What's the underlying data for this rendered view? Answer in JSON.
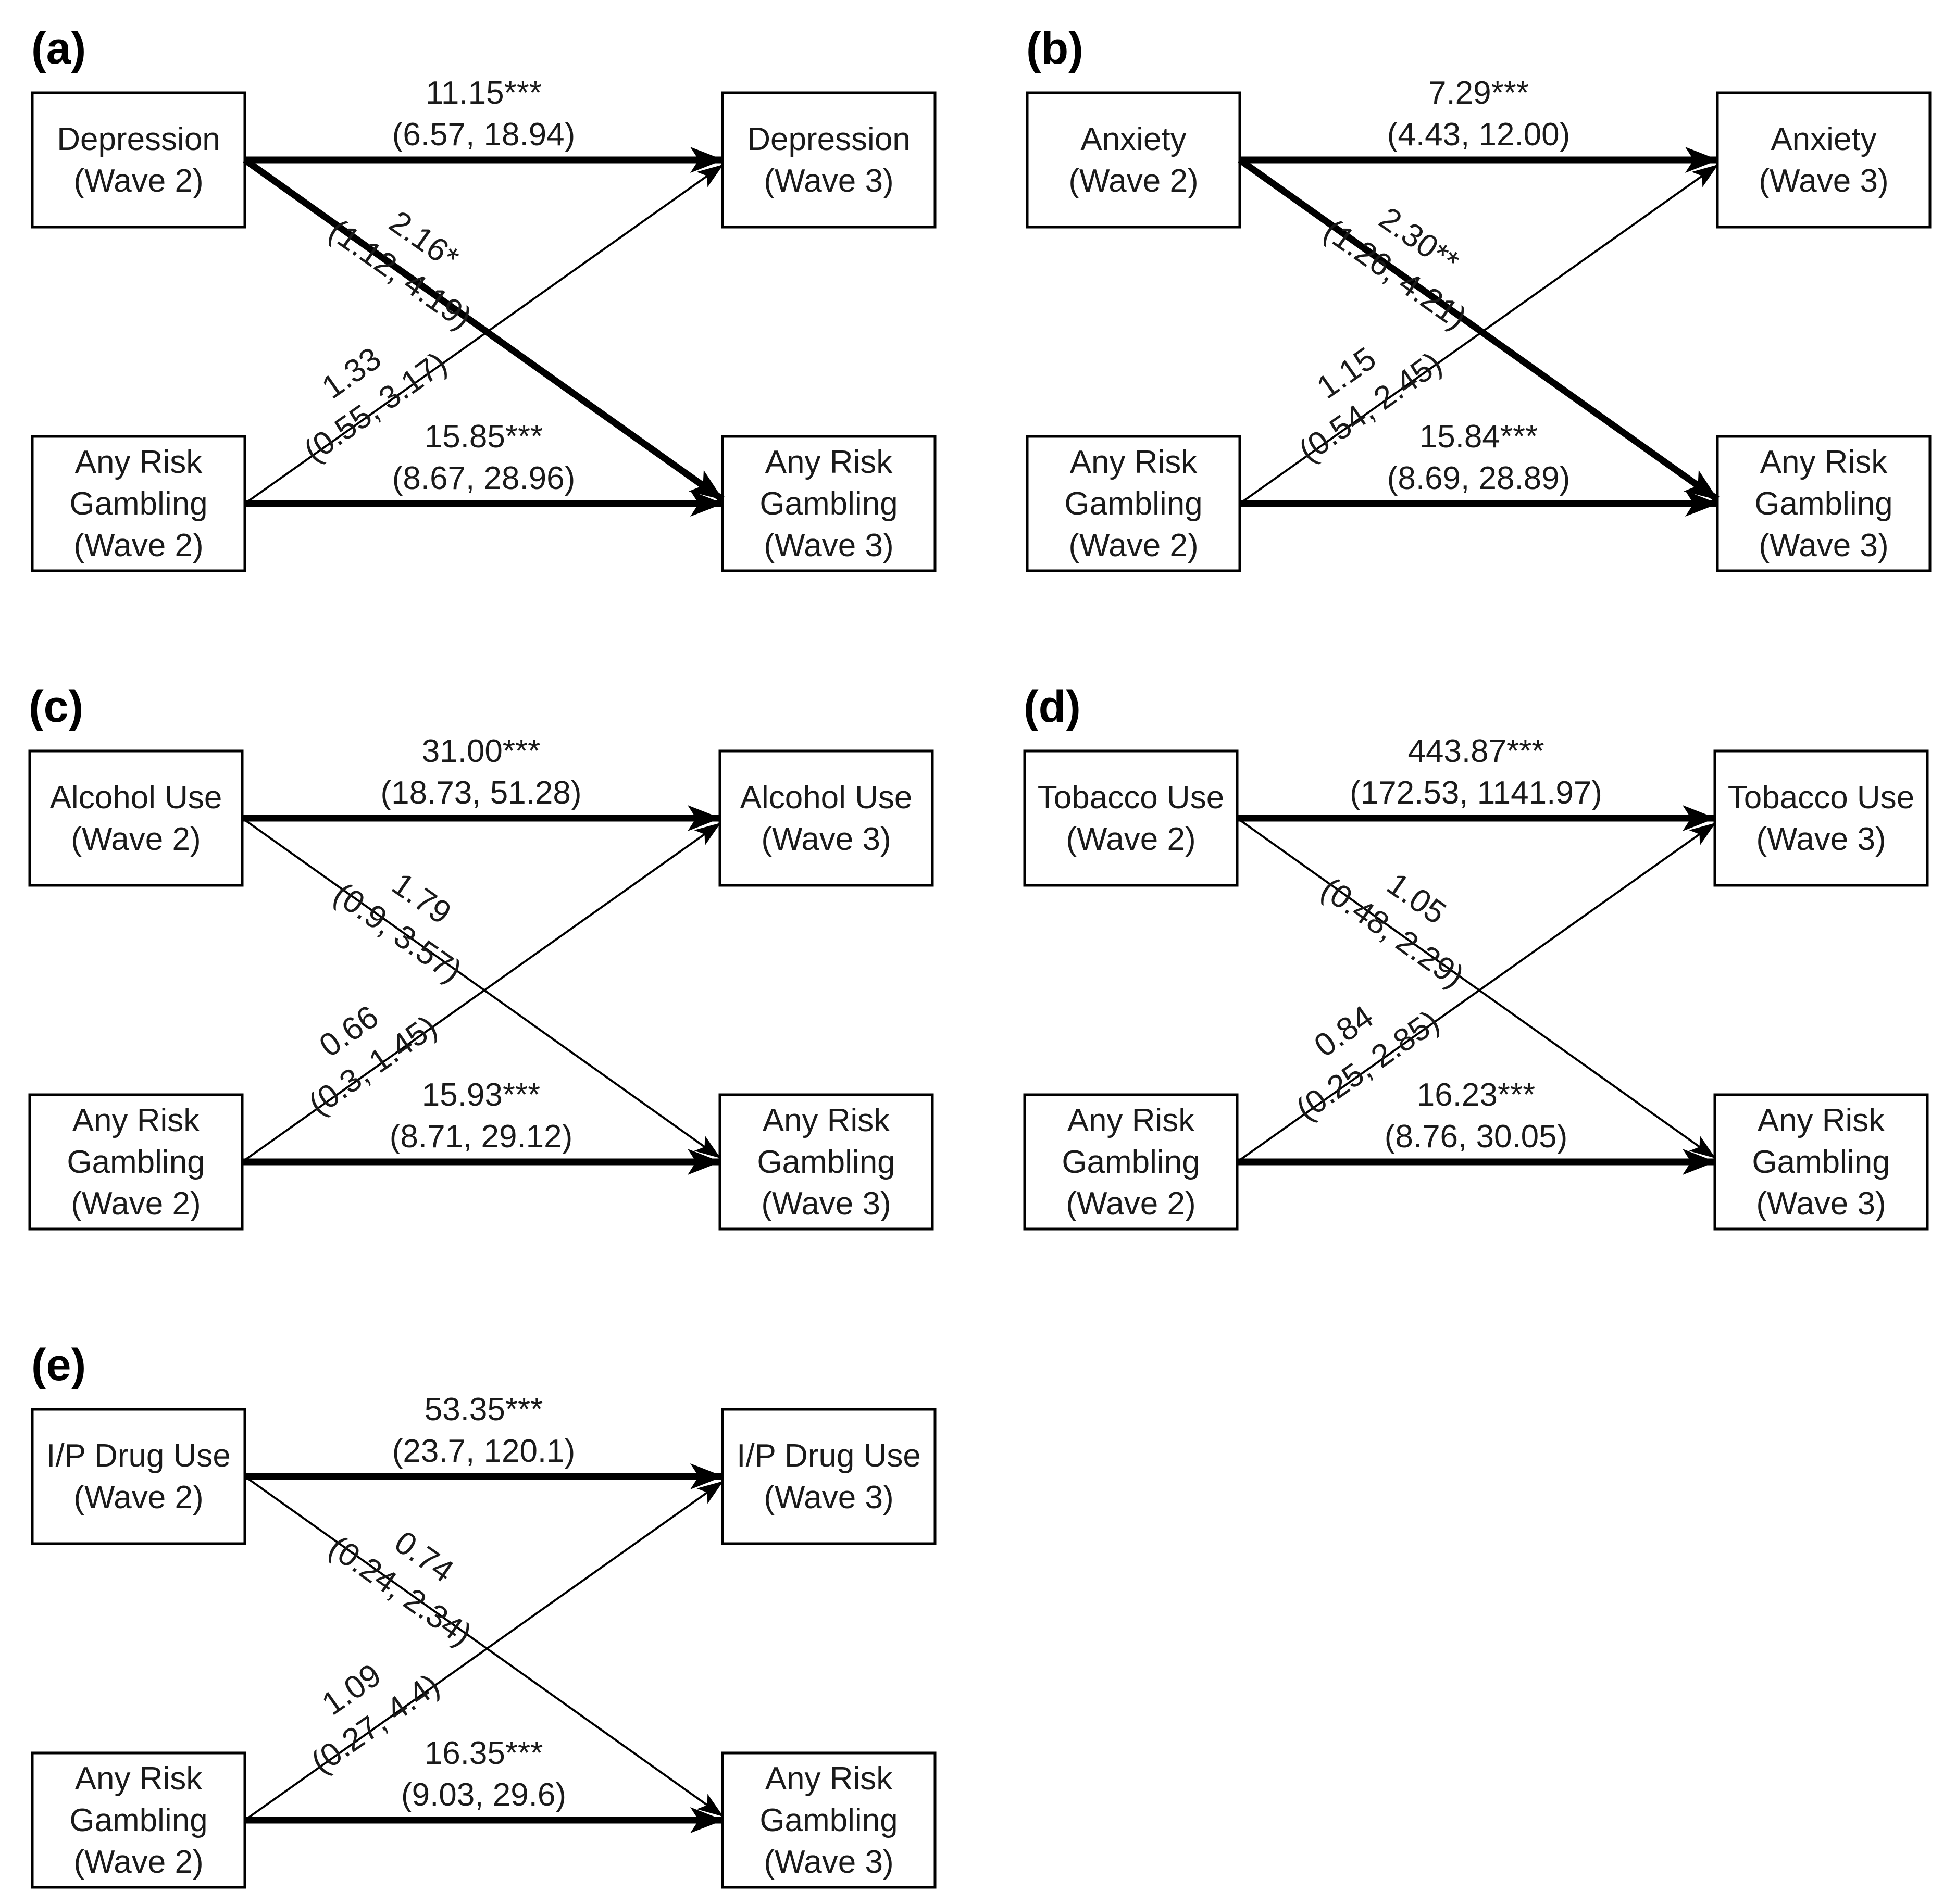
{
  "panels": [
    {
      "letter": "(a)",
      "exposure_w2": [
        "Depression",
        "(Wave 2)"
      ],
      "exposure_w3": [
        "Depression",
        "(Wave 3)"
      ],
      "gambling_w2": [
        "Any Risk",
        "Gambling",
        "(Wave 2)"
      ],
      "gambling_w3": [
        "Any Risk",
        "Gambling",
        "(Wave 3)"
      ],
      "paths": {
        "exposure_stability": {
          "estimate": "11.15***",
          "ci": "(6.57, 18.94)",
          "significant": true
        },
        "exposure_to_gambling": {
          "estimate": "2.16*",
          "ci": "(1.12, 4.19)",
          "significant": true
        },
        "gambling_to_exposure": {
          "estimate": "1.33",
          "ci": "(0.55, 3.17)",
          "significant": false
        },
        "gambling_stability": {
          "estimate": "15.85***",
          "ci": "(8.67, 28.96)",
          "significant": true
        }
      }
    },
    {
      "letter": "(b)",
      "exposure_w2": [
        "Anxiety",
        "(Wave 2)"
      ],
      "exposure_w3": [
        "Anxiety",
        "(Wave 3)"
      ],
      "gambling_w2": [
        "Any Risk",
        "Gambling",
        "(Wave 2)"
      ],
      "gambling_w3": [
        "Any Risk",
        "Gambling",
        "(Wave 3)"
      ],
      "paths": {
        "exposure_stability": {
          "estimate": "7.29***",
          "ci": "(4.43, 12.00)",
          "significant": true
        },
        "exposure_to_gambling": {
          "estimate": "2.30**",
          "ci": "(1.26, 4.21)",
          "significant": true
        },
        "gambling_to_exposure": {
          "estimate": "1.15",
          "ci": "(0.54, 2.45)",
          "significant": false
        },
        "gambling_stability": {
          "estimate": "15.84***",
          "ci": "(8.69, 28.89)",
          "significant": true
        }
      }
    },
    {
      "letter": "(c)",
      "exposure_w2": [
        "Alcohol Use",
        "(Wave 2)"
      ],
      "exposure_w3": [
        "Alcohol Use",
        "(Wave 3)"
      ],
      "gambling_w2": [
        "Any Risk",
        "Gambling",
        "(Wave 2)"
      ],
      "gambling_w3": [
        "Any Risk",
        "Gambling",
        "(Wave 3)"
      ],
      "paths": {
        "exposure_stability": {
          "estimate": "31.00***",
          "ci": "(18.73, 51.28)",
          "significant": true
        },
        "exposure_to_gambling": {
          "estimate": "1.79",
          "ci": "(0.9, 3.57)",
          "significant": false
        },
        "gambling_to_exposure": {
          "estimate": "0.66",
          "ci": "(0.3, 1.45)",
          "significant": false
        },
        "gambling_stability": {
          "estimate": "15.93***",
          "ci": "(8.71, 29.12)",
          "significant": true
        }
      }
    },
    {
      "letter": "(d)",
      "exposure_w2": [
        "Tobacco Use",
        "(Wave 2)"
      ],
      "exposure_w3": [
        "Tobacco Use",
        "(Wave 3)"
      ],
      "gambling_w2": [
        "Any Risk",
        "Gambling",
        "(Wave 2)"
      ],
      "gambling_w3": [
        "Any Risk",
        "Gambling",
        "(Wave 3)"
      ],
      "paths": {
        "exposure_stability": {
          "estimate": "443.87***",
          "ci": "(172.53, 1141.97)",
          "significant": true
        },
        "exposure_to_gambling": {
          "estimate": "1.05",
          "ci": "(0.48, 2.29)",
          "significant": false
        },
        "gambling_to_exposure": {
          "estimate": "0.84",
          "ci": "(0.25, 2.85)",
          "significant": false
        },
        "gambling_stability": {
          "estimate": "16.23***",
          "ci": "(8.76, 30.05)",
          "significant": true
        }
      }
    },
    {
      "letter": "(e)",
      "exposure_w2": [
        "I/P Drug Use",
        "(Wave 2)"
      ],
      "exposure_w3": [
        "I/P Drug Use",
        "(Wave 3)"
      ],
      "gambling_w2": [
        "Any Risk",
        "Gambling",
        "(Wave 2)"
      ],
      "gambling_w3": [
        "Any Risk",
        "Gambling",
        "(Wave 3)"
      ],
      "paths": {
        "exposure_stability": {
          "estimate": "53.35***",
          "ci": "(23.7, 120.1)",
          "significant": true
        },
        "exposure_to_gambling": {
          "estimate": "0.74",
          "ci": "(0.24, 2.34)",
          "significant": false
        },
        "gambling_to_exposure": {
          "estimate": "1.09",
          "ci": "(0.27, 4.4)",
          "significant": false
        },
        "gambling_stability": {
          "estimate": "16.35***",
          "ci": "(9.03, 29.6)",
          "significant": true
        }
      }
    }
  ]
}
